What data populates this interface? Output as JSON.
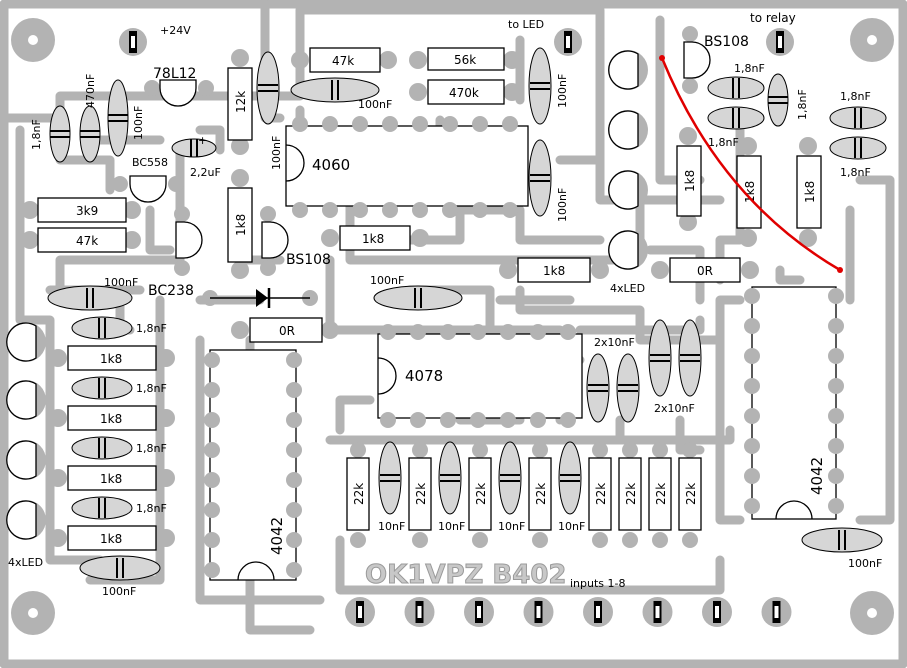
{
  "title": "OK1VPZ B402",
  "labels": {
    "supply": "+24V",
    "to_led": "to LED",
    "to_relay": "to relay",
    "inputs": "inputs 1-8",
    "led_group_right": "4xLED",
    "led_group_left": "4xLED"
  },
  "ics": [
    {
      "id": "u1",
      "name": "4060"
    },
    {
      "id": "u2",
      "name": "4078"
    },
    {
      "id": "u3",
      "name": "4042"
    },
    {
      "id": "u4",
      "name": "4042"
    }
  ],
  "transistors": {
    "reg": "78L12",
    "q1": "BC558",
    "q2": "BC238",
    "q3": "BS108",
    "q4": "BS108"
  },
  "resistors": {
    "r47k_top": "47k",
    "r56k": "56k",
    "r470k": "470k",
    "r12k": "12k",
    "r3k9": "3k9",
    "r47k_left": "47k",
    "r1k8_a": "1k8",
    "r1k8_b": "1k8",
    "r1k8_c": "1k8",
    "r1k8_led1": "1k8",
    "r1k8_led2": "1k8",
    "r1k8_led3": "1k8",
    "r1k8_led4": "1k8",
    "r1k8_r1": "1k8",
    "r1k8_r2": "1k8",
    "r1k8_r3": "1k8",
    "r0r_a": "0R",
    "r0r_b": "0R",
    "r22k": [
      "22k",
      "22k",
      "22k",
      "22k",
      "22k",
      "22k",
      "22k",
      "22k"
    ]
  },
  "capacitors": {
    "c470nf": "470nF",
    "c1n8_tl": "1,8nF",
    "c100nf_tl": "100nF",
    "c2u2": "2,2uF",
    "c100nf_top": "100nF",
    "c100nf_4060": "100nF",
    "c100nf_r1": "100nF",
    "c100nf_r2": "100nF",
    "c100nf_left": "100nF",
    "c100nf_mid": "100nF",
    "c100nf_bot": "100nF",
    "c100nf_br": "100nF",
    "c1n8_l1": "1,8nF",
    "c1n8_l2": "1,8nF",
    "c1n8_l3": "1,8nF",
    "c1n8_l4": "1,8nF",
    "c1n8_tr1": "1,8nF",
    "c1n8_tr2": "1,8nF",
    "c1n8_tr3": "1,8nF",
    "c1n8_tr4": "1,8nF",
    "c1n8_tr5": "1,8nF",
    "c2x10_a": "2x10nF",
    "c2x10_b": "2x10nF",
    "c10nf": [
      "10nF",
      "10nF",
      "10nF",
      "10nF"
    ]
  }
}
